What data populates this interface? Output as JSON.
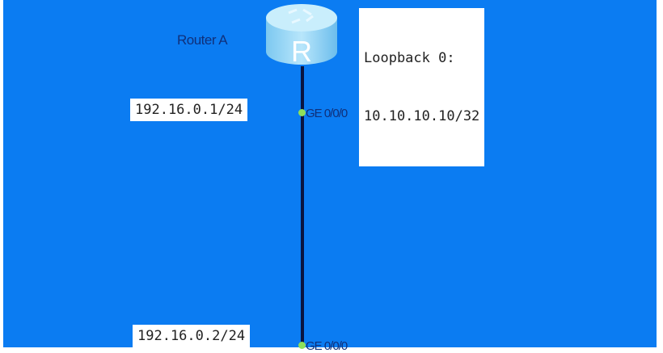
{
  "router": {
    "name": "Router A",
    "icon": "router-icon",
    "glyph": "R"
  },
  "loopback": {
    "line1": "Loopback 0:",
    "line2": "10.10.10.10/32"
  },
  "link": {
    "top": {
      "ip": "192.16.0.1/24",
      "port": "GE 0/0/0"
    },
    "bottom": {
      "ip": "192.16.0.2/24",
      "port": "GE 0/0/0"
    }
  },
  "colors": {
    "background": "#0b7cf2",
    "port_dot": "#8ee05a",
    "link": "#0a1440"
  }
}
